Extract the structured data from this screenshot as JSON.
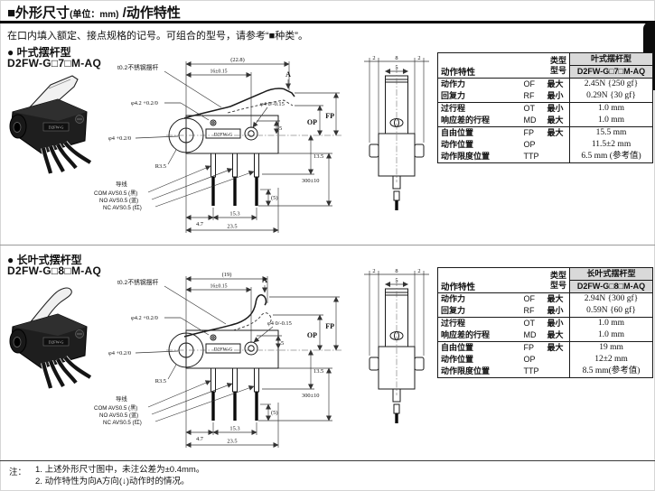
{
  "page": {
    "title_prefix": "■外形尺寸",
    "title_unit": "(单位：mm)",
    "title_suffix": " /动作特性",
    "intro": "在口内填入额定、接点规格的记号。可组合的型号，请参考“■种类”。",
    "notes_label": "注：",
    "notes": [
      "1. 上述外形尺寸图中，未注公差为±0.4mm。",
      "2. 动作特性为向A方向(↓)动作时的情况。"
    ]
  },
  "sections": [
    {
      "bullet": "● 叶式摆杆型",
      "model": "D2FW-G□7□M-AQ",
      "dims": {
        "lever_note": "t0.2不锈钢摆杆",
        "overall": "(22.8)",
        "pitch": "16±0.15",
        "dir": "A",
        "hole_top": "φ4.2 +0.2/0",
        "hole_left": "φ4 +0.2/0",
        "hole_right": "φ4 0/-0.15",
        "h5": "5",
        "h135": "13.5",
        "fp": "FP",
        "op": "OP",
        "r35": "R3.5",
        "b47": "4.7",
        "b153": "15.3",
        "b235": "23.5",
        "w5": "(5)",
        "wire_len": "300±10",
        "body_label": "D2FW-G"
      },
      "leads": {
        "title": "导线",
        "com": "COM AVS0.5 (黑)",
        "no": "NO AVS0.5 (蓝)",
        "nc": "NC AVS0.5 (红)"
      },
      "side": [
        "2",
        "8",
        "2",
        "5"
      ],
      "table": {
        "corner": "动作特性",
        "type_l1": "类型",
        "type_l2": "型号",
        "col_type": "叶式摆杆型",
        "col_model": "D2FW-G□7□M-AQ",
        "groups": [
          {
            "rows": [
              {
                "label": "动作力",
                "sym": "OF",
                "mm": "最大",
                "val": "2.45N {250 gf}"
              },
              {
                "label": "回复力",
                "sym": "RF",
                "mm": "最小",
                "val": "0.29N {30 gf}"
              }
            ]
          },
          {
            "rows": [
              {
                "label": "过行程",
                "sym": "OT",
                "mm": "最小",
                "val": "1.0 mm"
              },
              {
                "label": "响应差的行程",
                "sym": "MD",
                "mm": "最大",
                "val": "1.0 mm"
              }
            ]
          },
          {
            "rows": [
              {
                "label": "自由位置",
                "sym": "FP",
                "mm": "最大",
                "val": "15.5 mm"
              },
              {
                "label": "动作位置",
                "sym": "OP",
                "mm": "",
                "val": "11.5±2 mm"
              },
              {
                "label": "动作限度位置",
                "sym": "TTP",
                "mm": "",
                "val": "6.5 mm (参考值)"
              }
            ]
          }
        ]
      }
    },
    {
      "bullet": "● 长叶式摆杆型",
      "model": "D2FW-G□8□M-AQ",
      "dims": {
        "lever_note": "t0.2不锈钢摆杆",
        "overall": "(19)",
        "pitch": "16±0.15",
        "dir": "A",
        "hole_top": "φ4.2 +0.2/0",
        "hole_left": "φ4 +0.2/0",
        "hole_right": "φ4 0/-0.15",
        "h5": "5",
        "h135": "13.5",
        "fp": "FP",
        "op": "OP",
        "r35": "R3.5",
        "b47": "4.7",
        "b153": "15.3",
        "b235": "23.5",
        "w5": "(5)",
        "wire_len": "300±10",
        "body_label": "D2FW-G"
      },
      "leads": {
        "title": "导线",
        "com": "COM AVS0.5 (黑)",
        "no": "NO AVS0.5 (蓝)",
        "nc": "NC AVS0.5 (红)"
      },
      "side": [
        "2",
        "8",
        "2",
        "5"
      ],
      "table": {
        "corner": "动作特性",
        "type_l1": "类型",
        "type_l2": "型号",
        "col_type": "长叶式摆杆型",
        "col_model": "D2FW-G□8□M-AQ",
        "groups": [
          {
            "rows": [
              {
                "label": "动作力",
                "sym": "OF",
                "mm": "最大",
                "val": "2.94N {300 gf}"
              },
              {
                "label": "回复力",
                "sym": "RF",
                "mm": "最小",
                "val": "0.59N {60 gf}"
              }
            ]
          },
          {
            "rows": [
              {
                "label": "过行程",
                "sym": "OT",
                "mm": "最小",
                "val": "1.0 mm"
              },
              {
                "label": "响应差的行程",
                "sym": "MD",
                "mm": "最大",
                "val": "1.0 mm"
              }
            ]
          },
          {
            "rows": [
              {
                "label": "自由位置",
                "sym": "FP",
                "mm": "最大",
                "val": "19 mm"
              },
              {
                "label": "动作位置",
                "sym": "OP",
                "mm": "",
                "val": "12±2 mm"
              },
              {
                "label": "动作限度位置",
                "sym": "TTP",
                "mm": "",
                "val": "8.5 mm(参考值)"
              }
            ]
          }
        ]
      }
    }
  ]
}
